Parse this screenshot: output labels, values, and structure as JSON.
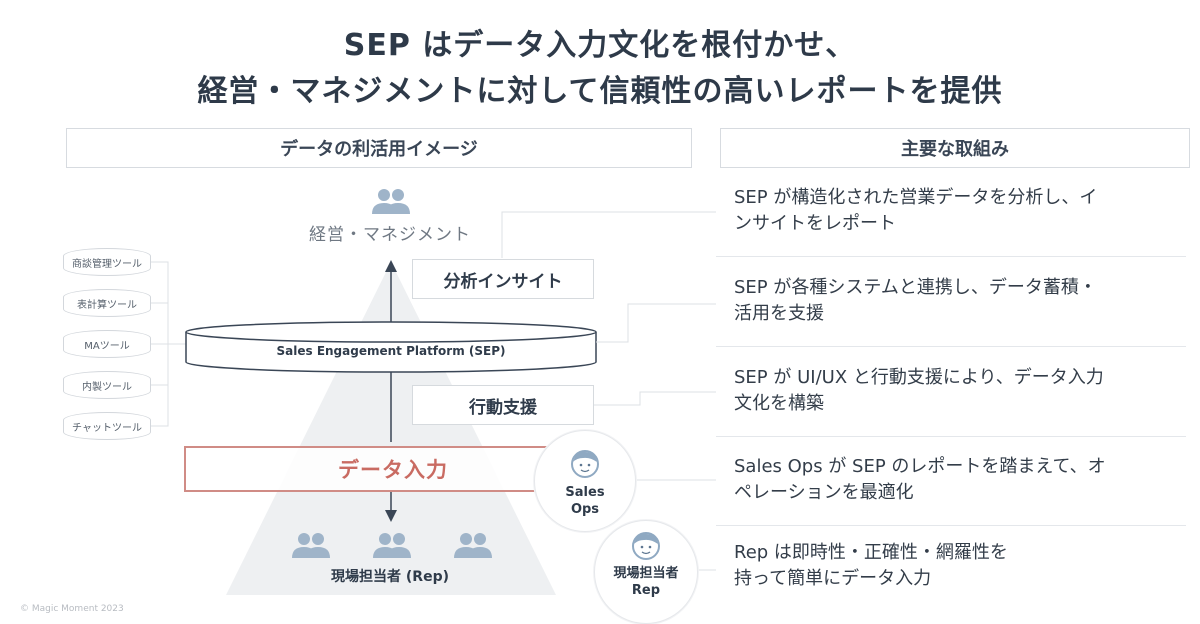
{
  "title": {
    "line1": "SEP はデータ入力文化を根付かせ、",
    "line2": "経営・マネジメントに対して信頼性の高いレポートを提供"
  },
  "left_header": "データの利活用イメージ",
  "right_header": "主要な取組み",
  "diagram": {
    "management": "経営・マネジメント",
    "insight": "分析インサイト",
    "sep": "Sales Engagement Platform (SEP)",
    "action_support": "行動支援",
    "data_entry": "データ入力",
    "field_rep": "現場担当者 (Rep)",
    "sales_ops": {
      "line1": "Sales",
      "line2": "Ops"
    },
    "rep_circle": {
      "line1": "現場担当者",
      "line2": "Rep"
    },
    "tools": [
      "商談管理ツール",
      "表計算ツール",
      "MAツール",
      "内製ツール",
      "チャットツール"
    ]
  },
  "initiatives": [
    {
      "line1": "SEP が構造化された営業データを分析し、イ",
      "line2": "ンサイトをレポート"
    },
    {
      "line1": "SEP が各種システムと連携し、データ蓄積・",
      "line2": "活用を支援"
    },
    {
      "line1": "SEP が UI/UX と行動支援により、データ入力",
      "line2": "文化を構築"
    },
    {
      "line1": "Sales Ops が SEP のレポートを踏まえて、オ",
      "line2": "ペレーションを最適化"
    },
    {
      "line1": "Rep は即時性・正確性・網羅性を",
      "line2": "持って簡単にデータ入力"
    }
  ],
  "footer": "© Magic Moment 2023",
  "colors": {
    "text": "#2f3b4a",
    "accent_red": "#c96b62",
    "people_icon": "#9fb4c9",
    "pyramid": "#eef0f2"
  }
}
